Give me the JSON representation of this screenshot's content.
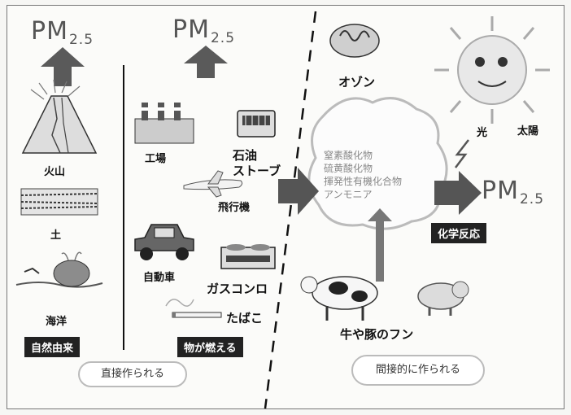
{
  "pm_labels": [
    {
      "base": "PM",
      "sub": "2.5"
    },
    {
      "base": "PM",
      "sub": "2.5"
    },
    {
      "base": "PM",
      "sub": "2.5"
    }
  ],
  "natural": {
    "items": [
      "火山",
      "土",
      "海洋"
    ],
    "tag": "自然由来"
  },
  "combustion": {
    "items": [
      "工場",
      "石油\nストーブ",
      "飛行機",
      "自動車",
      "ガスコンロ",
      "たばこ"
    ],
    "tag": "物が燃える"
  },
  "direct_caption": "直接作られる",
  "indirect": {
    "ozone": "オゾン",
    "sun": "太陽",
    "light": "光",
    "chemicals": [
      "窒素酸化物",
      "硫黄酸化物",
      "揮発性有機化合物",
      "アンモニア"
    ],
    "reaction_tag": "化学反応",
    "livestock": "牛や豚のフン",
    "caption": "間接的に作られる"
  },
  "colors": {
    "arrow": "#555555",
    "tag_bg": "#222222",
    "tag_text": "#ffffff"
  }
}
